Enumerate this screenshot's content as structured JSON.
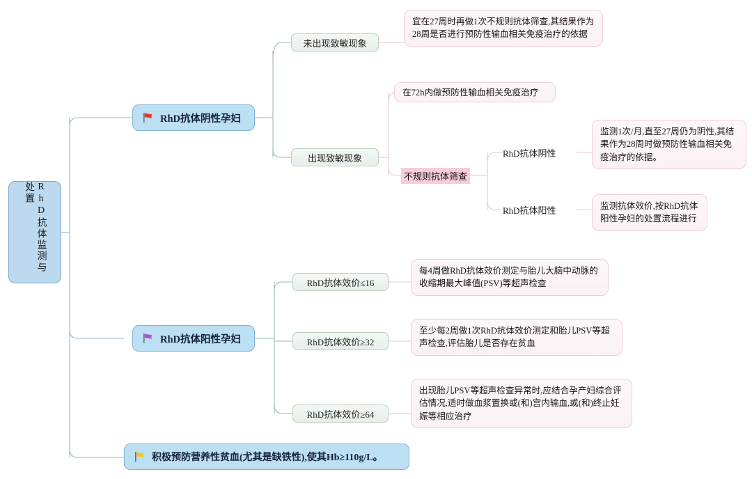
{
  "title": "RhD抗体监测与处置",
  "root": {
    "label": "RhD抗体监测与处置",
    "color": "#bcd9ef"
  },
  "branches": [
    {
      "id": "rhd-negative",
      "label": "RhD抗体阴性孕妇",
      "flag_icon": "flag-icon",
      "flag_color": "#e8332a",
      "children": [
        {
          "id": "not-sensitized",
          "label": "未出现致敏现象",
          "detail": "宜在27周时再做1次不规则抗体筛查,其结果作为28周是否进行预防性输血相关免疫治疗的依据"
        },
        {
          "id": "sensitized",
          "label": "出现致敏现象",
          "details": [
            "在72h内做预防性输血相关免疫治疗"
          ],
          "screening": {
            "label": "不规则抗体筛查",
            "highlight_color": "#f7cbd9",
            "results": [
              {
                "label": "RhD抗体阴性",
                "detail": "监测1次/月,直至27周仍为阴性,其结果作为28周时做预防性输血相关免疫治疗的依据。"
              },
              {
                "label": "RhD抗体阳性",
                "detail": "监测抗体效价,按RhD抗体阳性孕妇的处置流程进行"
              }
            ]
          }
        }
      ]
    },
    {
      "id": "rhd-positive",
      "label": "RhD抗体阳性孕妇",
      "flag_icon": "flag-icon",
      "flag_color": "#b14fd8",
      "children": [
        {
          "id": "titer-le16",
          "label": "RhD抗体效价≤16",
          "detail": "每4周做RhD抗体效价测定与胎儿大脑中动脉的收缩期最大峰值(PSV)等超声检查"
        },
        {
          "id": "titer-ge32",
          "label": "RhD抗体效价≥32",
          "detail": "至少每2周做1次RhD抗体效价测定和胎儿PSV等超声检查,评估胎儿是否存在贫血"
        },
        {
          "id": "titer-ge64",
          "label": "RhD抗体效价≥64",
          "detail": "出现胎儿PSV等超声检查异常时,应结合孕产妇综合评估情况,适时做血浆置换或(和)宫内输血,或(和)终止妊娠等相应治疗"
        }
      ]
    },
    {
      "id": "anemia-prevention",
      "label": "积极预防营养性贫血(尤其是缺铁性),使其Hb≥110g/L。",
      "flag_icon": "flag-icon",
      "flag_color": "#f5c518",
      "children": []
    }
  ],
  "colors": {
    "node_blue_fill": "#bcdff3",
    "node_blue_border": "#7fb4d4",
    "node_green_fill": "#eef4ef",
    "node_green_border": "#b9cfbd",
    "node_pink_fill": "#fcf4f7",
    "node_pink_border": "#f0cdd8",
    "connector": "#8fb8d6",
    "connector_pink": "#e9c6d2",
    "connector_green": "#9fb9a6"
  }
}
